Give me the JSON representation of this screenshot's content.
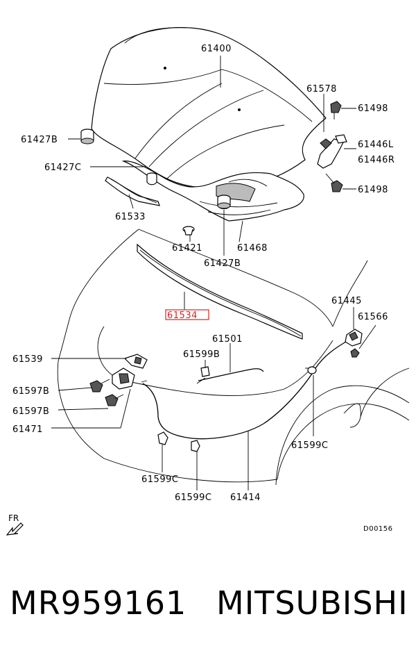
{
  "callouts": {
    "c61400": "61400",
    "c61578": "61578",
    "c61498a": "61498",
    "c61427b_top": "61427B",
    "c61446l": "61446L",
    "c61446r": "61446R",
    "c61427c": "61427C",
    "c61498b": "61498",
    "c61533": "61533",
    "c61421": "61421",
    "c61468": "61468",
    "c61427b_bottom": "61427B",
    "c61534": "61534",
    "c61445": "61445",
    "c61566": "61566",
    "c61501": "61501",
    "c61539": "61539",
    "c61599b": "61599B",
    "c61597b_a": "61597B",
    "c61597b_b": "61597B",
    "c61471": "61471",
    "c61599c_right": "61599C",
    "c61599c_left": "61599C",
    "c61599c_mid": "61599C",
    "c61414": "61414"
  },
  "highlight_color": "#e02020",
  "direction_label": "FR",
  "diagram_ref": "D00156",
  "footer": {
    "part_number": "MR959161",
    "brand": "MITSUBISHI"
  }
}
